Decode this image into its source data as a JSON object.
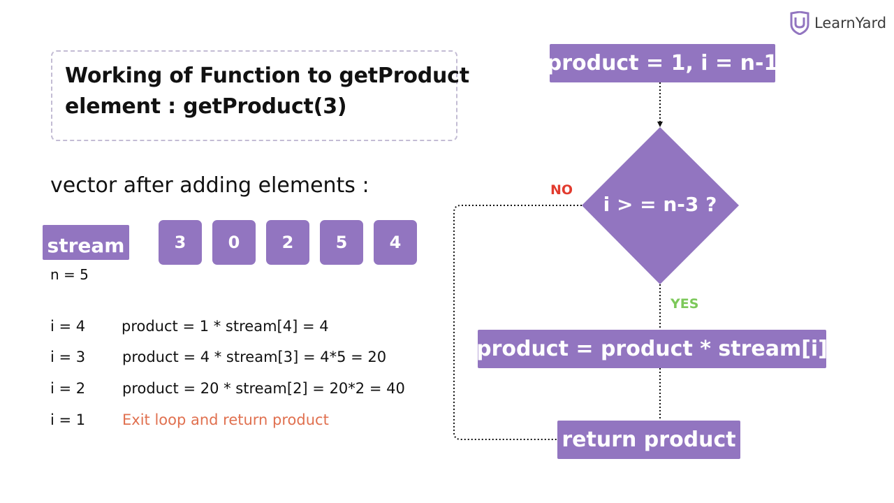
{
  "title": {
    "line1": "Working of Function to getProduct",
    "line2": "element : getProduct(3)"
  },
  "vector_heading": "vector after adding elements  :",
  "stream": {
    "label": "stream",
    "values": [
      "3",
      "0",
      "2",
      "5",
      "4"
    ],
    "n_label": "n = 5"
  },
  "steps": [
    {
      "i": "i = 4",
      "expr": "product =  1 * stream[4] = 4"
    },
    {
      "i": "i = 3",
      "expr": "product =  4 * stream[3] = 4*5 = 20"
    },
    {
      "i": "i = 2",
      "expr": "product =  20 * stream[2] = 20*2 = 40"
    },
    {
      "i": "i = 1",
      "expr": "Exit loop and return product"
    }
  ],
  "flowchart": {
    "init": "product = 1,  i = n-1",
    "condition": "i > = n-3 ?",
    "no_label": "NO",
    "yes_label": "YES",
    "update": "product = product * stream[i]",
    "return": "return product"
  },
  "logo": {
    "icon": "learnyard-shield-icon",
    "text": "LearnYard"
  },
  "colors": {
    "accent": "#9275c0",
    "exit_text": "#e0704f",
    "no_label": "#e23b2e",
    "yes_label": "#7cc85a",
    "dashed_border": "#c3bcd4"
  }
}
